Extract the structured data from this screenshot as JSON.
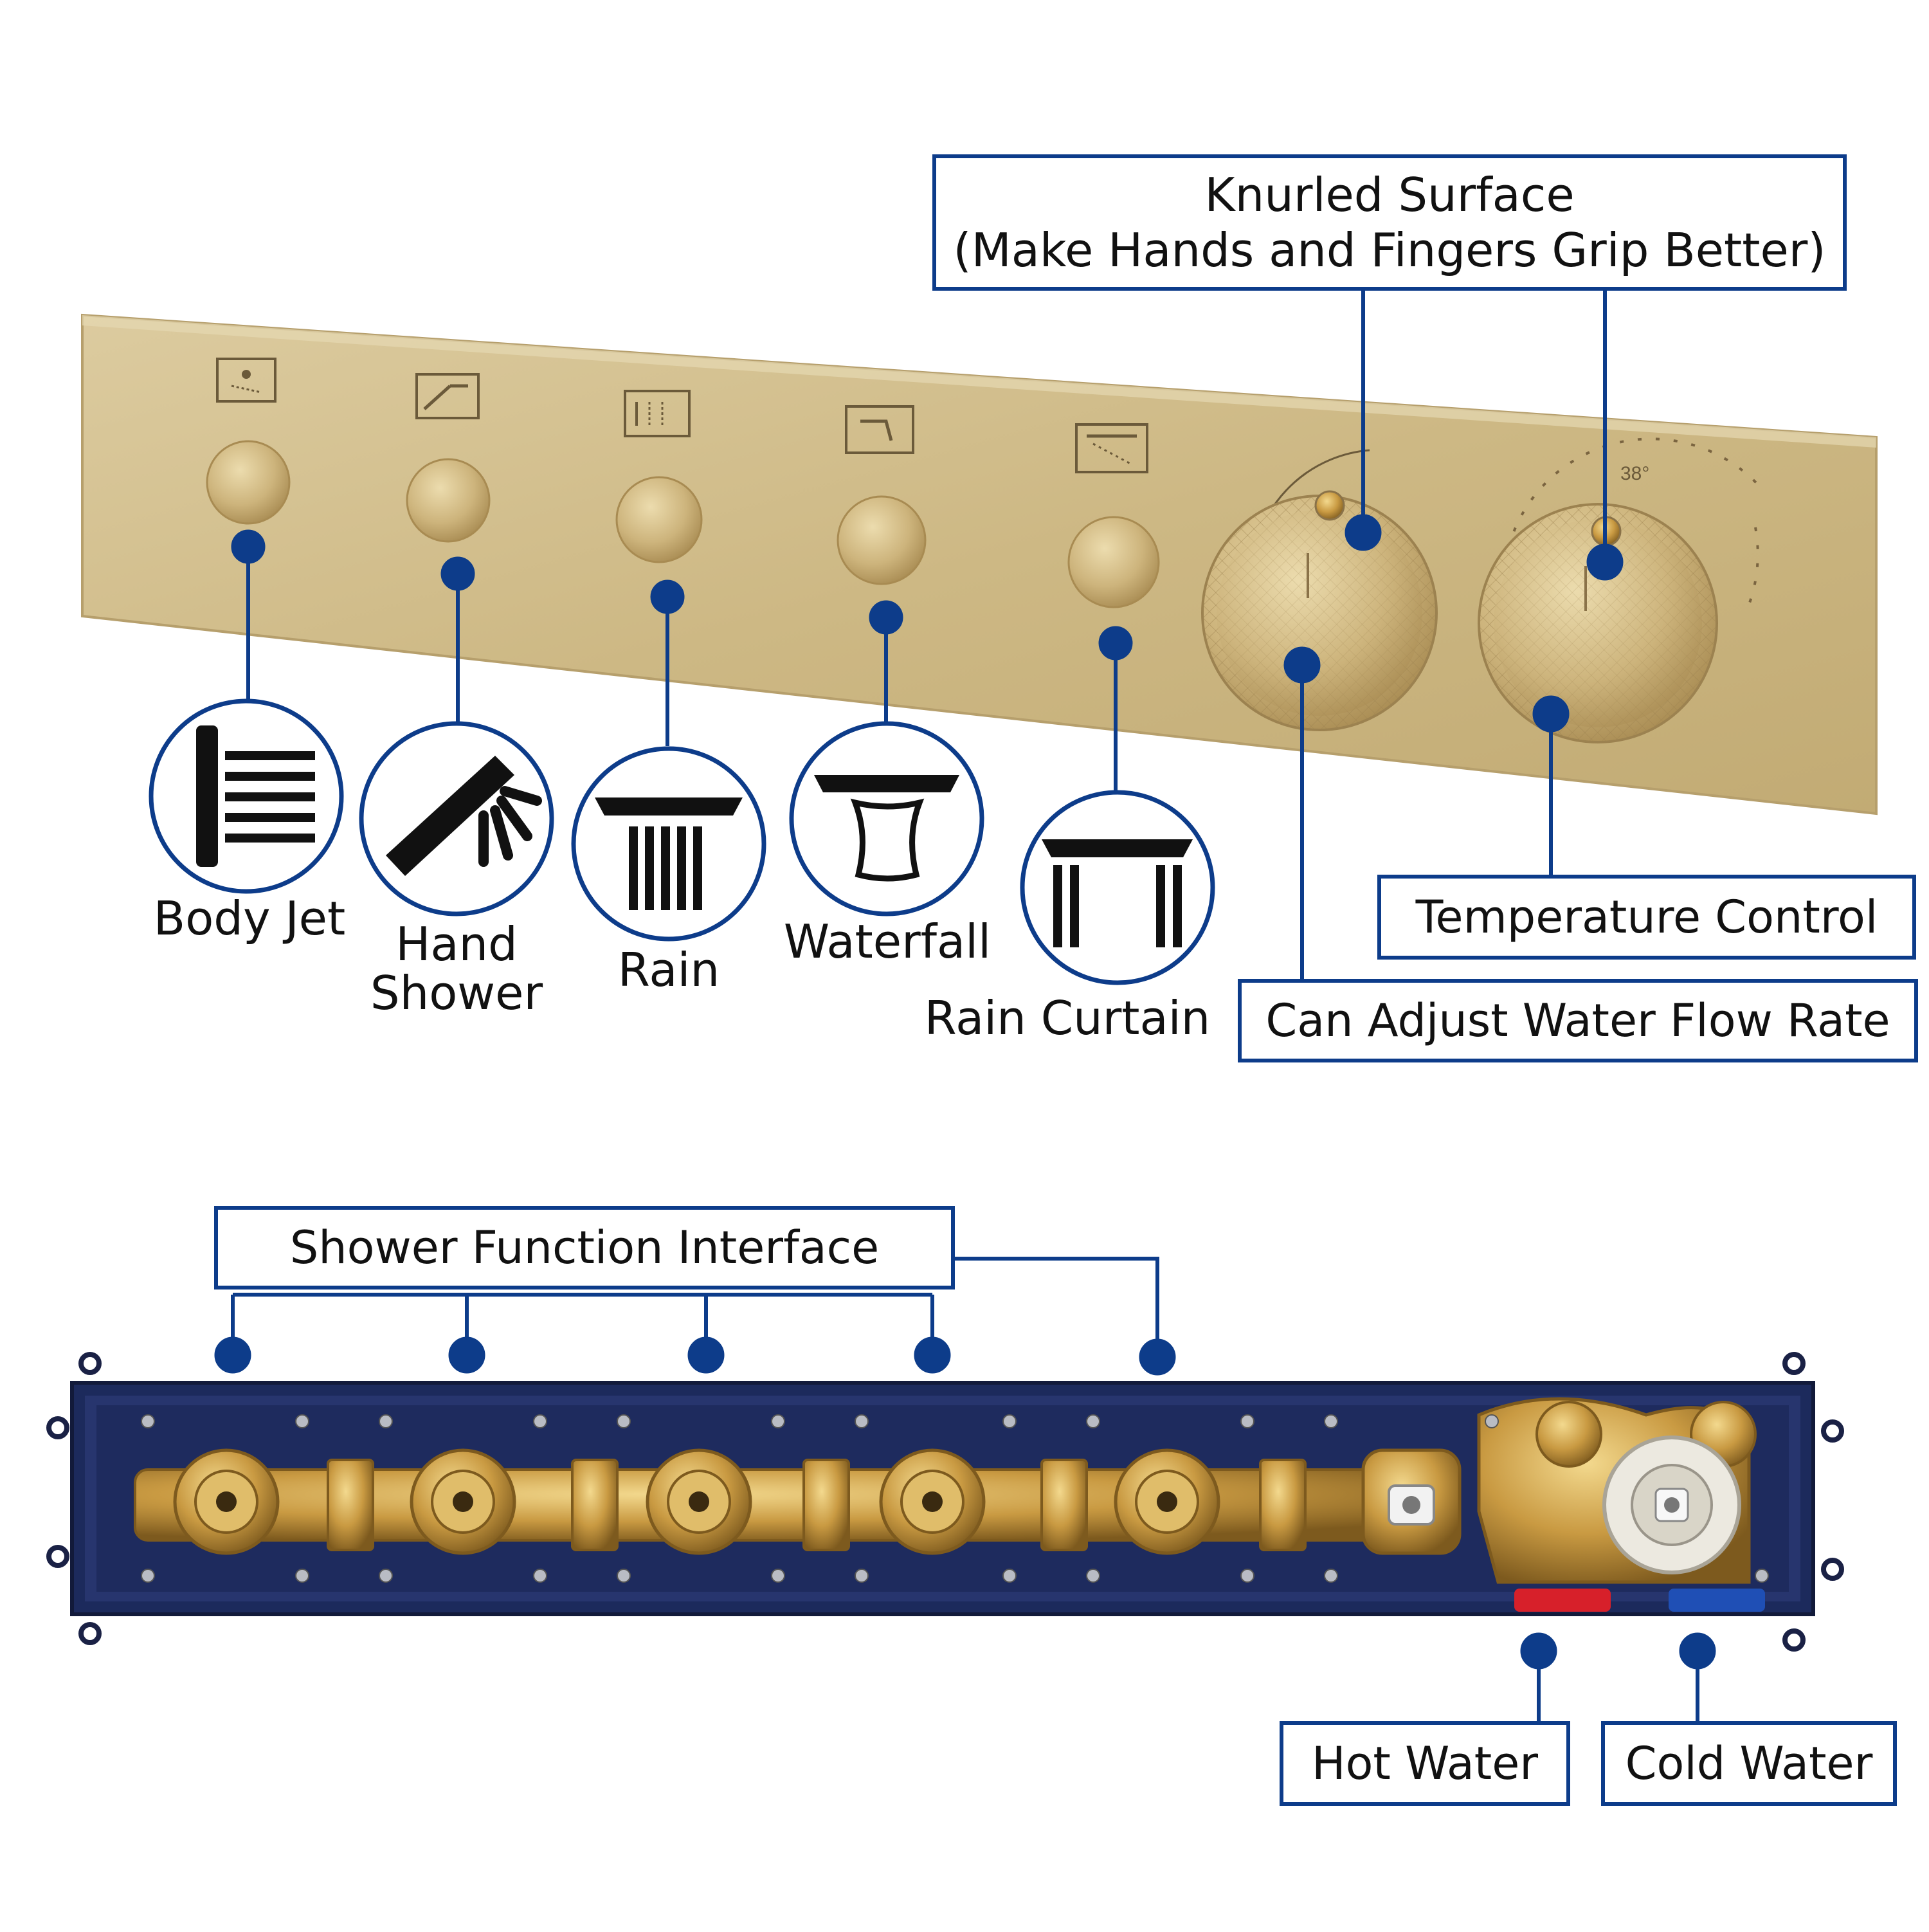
{
  "colors": {
    "callout_blue": "#0d3c8a",
    "brushed_gold": "#d2bd8c",
    "box_navy": "#1c2a5c",
    "brass": "#c9a04e",
    "hot_red": "#d7202a",
    "cold_blue": "#1f4fb5"
  },
  "panel": {
    "scale_reading": "38°",
    "selector_symbols": [
      "body-jet-symbol",
      "hand-shower-symbol",
      "rain-symbol",
      "waterfall-symbol",
      "rain-curtain-symbol"
    ]
  },
  "outlets": [
    {
      "icon": "body-jet-icon",
      "label_lines": [
        "Body Jet"
      ]
    },
    {
      "icon": "hand-shower-icon",
      "label_lines": [
        "Hand",
        "Shower"
      ]
    },
    {
      "icon": "rain-icon",
      "label_lines": [
        "Rain"
      ]
    },
    {
      "icon": "waterfall-icon",
      "label_lines": [
        "Waterfall"
      ]
    },
    {
      "icon": "rain-curtain-icon",
      "label_lines": [
        "Rain Curtain"
      ]
    }
  ],
  "callouts": {
    "knurled_line1": "Knurled Surface",
    "knurled_line2": "(Make Hands and Fingers Grip Better)",
    "temperature": "Temperature Control",
    "flow_rate": "Can Adjust Water Flow Rate",
    "shower_interface": "Shower Function Interface",
    "hot_water": "Hot Water",
    "cold_water": "Cold Water"
  }
}
